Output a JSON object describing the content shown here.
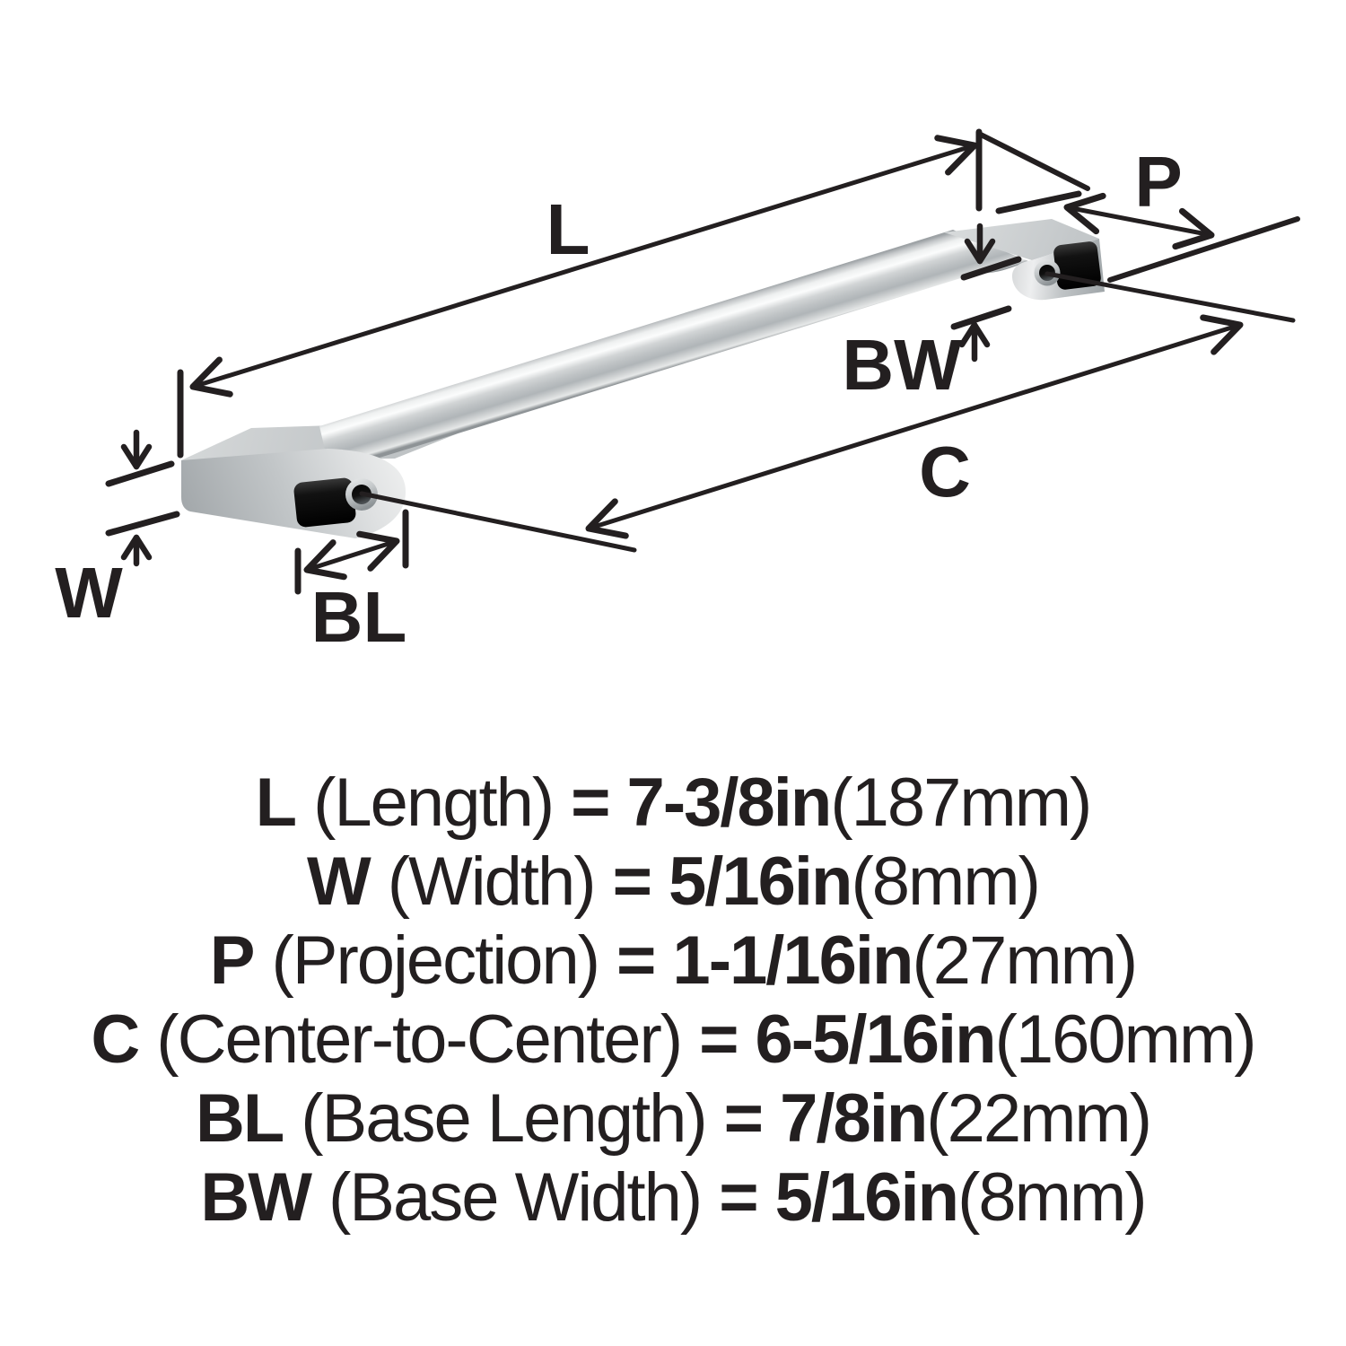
{
  "diagram": {
    "dim_labels": {
      "L": "L",
      "P": "P",
      "BW": "BW",
      "C": "C",
      "W": "W",
      "BL": "BL"
    }
  },
  "specs": [
    {
      "symbol": "L",
      "name": "(Length)",
      "eq": "=",
      "imperial": "7-3/8in",
      "metric": "(187mm)"
    },
    {
      "symbol": "W",
      "name": "(Width)",
      "eq": "=",
      "imperial": "5/16in",
      "metric": "(8mm)"
    },
    {
      "symbol": "P",
      "name": "(Projection)",
      "eq": "=",
      "imperial": "1-1/16in",
      "metric": "(27mm)"
    },
    {
      "symbol": "C",
      "name": "(Center-to-Center)",
      "eq": "=",
      "imperial": "6-5/16in",
      "metric": "(160mm)"
    },
    {
      "symbol": "BL",
      "name": "(Base Length)",
      "eq": "=",
      "imperial": "7/8in",
      "metric": "(22mm)"
    },
    {
      "symbol": "BW",
      "name": "(Base Width)",
      "eq": "=",
      "imperial": "5/16in",
      "metric": "(8mm)"
    }
  ],
  "colors": {
    "ink": "#231f20",
    "background": "#ffffff",
    "metal_light": "#eff0f0",
    "metal_mid": "#b9bec1",
    "metal_dark": "#8e9396",
    "cavity": "#050505"
  }
}
